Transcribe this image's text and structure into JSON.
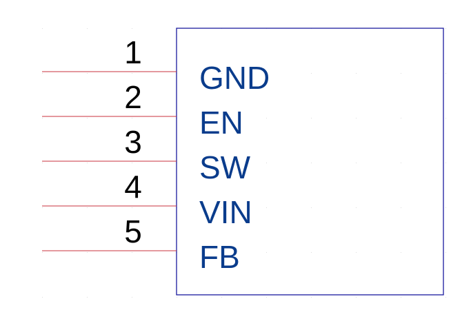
{
  "component": {
    "pins": [
      {
        "number": "1",
        "name": "GND"
      },
      {
        "number": "2",
        "name": "EN"
      },
      {
        "number": "3",
        "name": "SW"
      },
      {
        "number": "4",
        "name": "VIN"
      },
      {
        "number": "5",
        "name": "FB"
      }
    ]
  },
  "colors": {
    "body_outline": "#1a1a9e",
    "pin_line": "#c8323c",
    "pin_name_text": "#0a3c8c",
    "pin_number_text": "#000000",
    "grid_dot": "#dcdcdc"
  }
}
